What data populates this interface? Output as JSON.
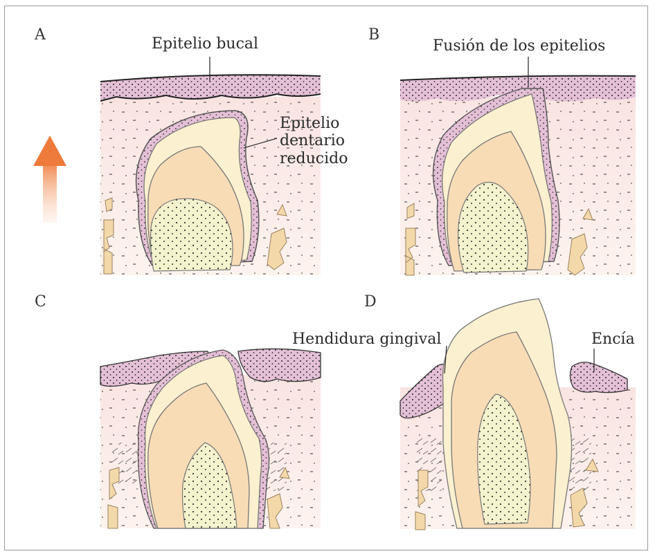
{
  "panels": [
    {
      "letter": "A"
    },
    {
      "letter": "B"
    },
    {
      "letter": "C"
    },
    {
      "letter": "D"
    }
  ],
  "labels": {
    "epitelio_bucal": "Epitelio bucal",
    "epitelio_dentario_1": "Epitelio",
    "epitelio_dentario_2": "dentario",
    "epitelio_dentario_3": "reducido",
    "fusion": "Fusión de los epitelios",
    "hendidura": "Hendidura gingival",
    "encia": "Encía"
  },
  "colors": {
    "epithelium": "#e3bfd8",
    "connective_tissue": "#fbeee8",
    "enamel": "#fbf0cf",
    "dentin": "#f7dcb6",
    "pulp": "#f5f3cd",
    "bone": "#f3d9a9",
    "arrow": "#f08a4b"
  },
  "icons": {
    "arrow": "eruption-arrow-up-icon"
  }
}
